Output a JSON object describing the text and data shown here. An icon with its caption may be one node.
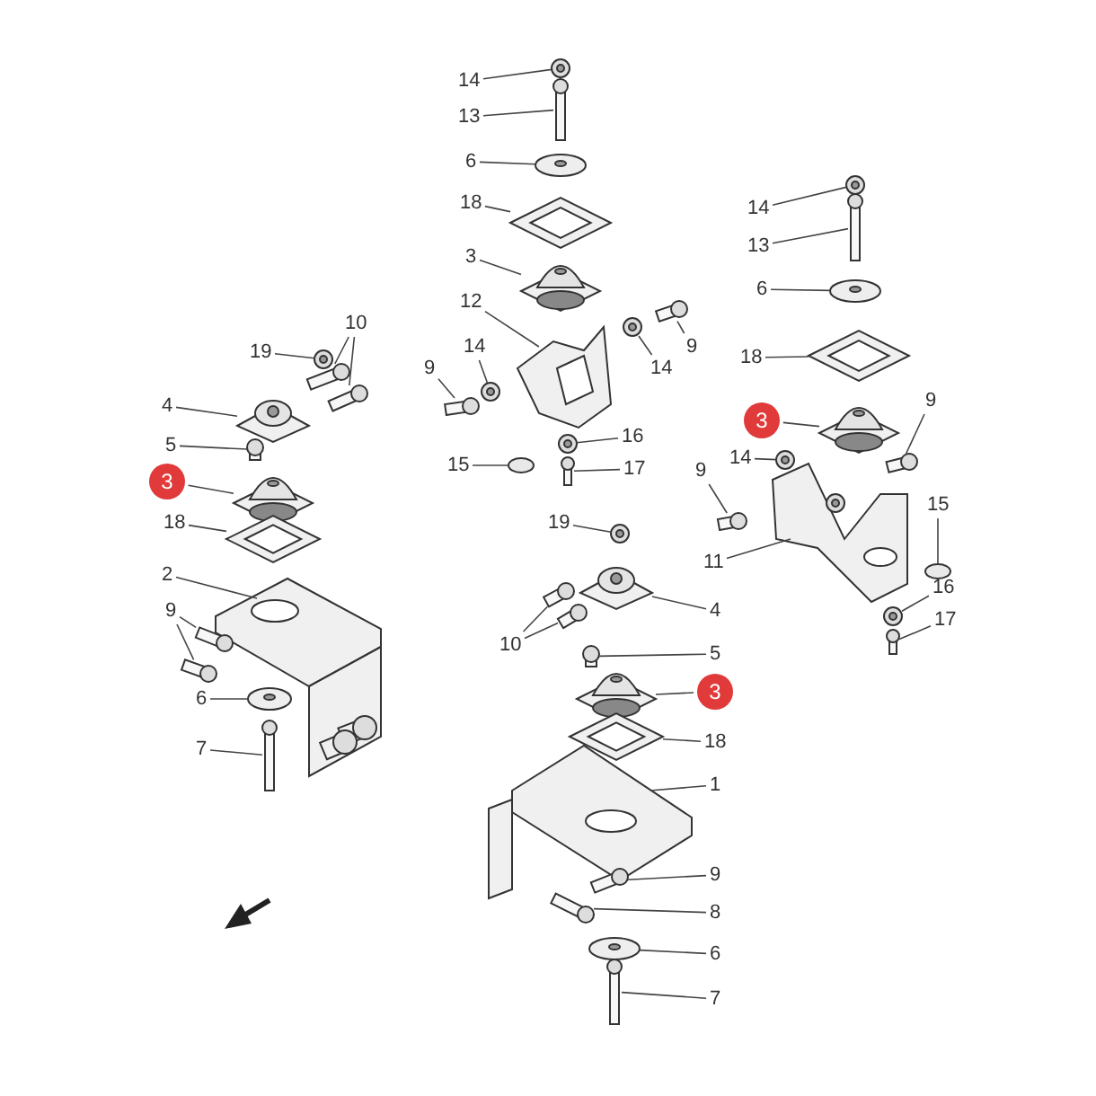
{
  "diagram": {
    "nodes": [
      {
        "text": [
          "19"
        ]
      },
      {
        "text": [
          "10"
        ]
      },
      {
        "text": [
          "4"
        ]
      },
      {
        "text": [
          "5"
        ]
      },
      {
        "text": [
          "3"
        ]
      },
      {
        "text": [
          "18"
        ]
      },
      {
        "text": [
          "2"
        ]
      },
      {
        "text": [
          "9"
        ]
      },
      {
        "text": [
          "6"
        ]
      },
      {
        "text": [
          "7"
        ]
      },
      {
        "text": [
          "14"
        ]
      },
      {
        "text": [
          "13"
        ]
      },
      {
        "text": [
          "6"
        ]
      },
      {
        "text": [
          "18"
        ]
      },
      {
        "text": [
          "3"
        ]
      },
      {
        "text": [
          "12"
        ]
      },
      {
        "text": [
          "14"
        ]
      },
      {
        "text": [
          "9"
        ]
      },
      {
        "text": [
          "14"
        ]
      },
      {
        "text": [
          "9"
        ]
      },
      {
        "text": [
          "16"
        ]
      },
      {
        "text": [
          "15"
        ]
      },
      {
        "text": [
          "17"
        ]
      },
      {
        "text": [
          "19"
        ]
      },
      {
        "text": [
          "4"
        ]
      },
      {
        "text": [
          "10"
        ]
      },
      {
        "text": [
          "5"
        ]
      },
      {
        "text": [
          "3"
        ]
      },
      {
        "text": [
          "18"
        ]
      },
      {
        "text": [
          "1"
        ]
      },
      {
        "text": [
          "9"
        ]
      },
      {
        "text": [
          "8"
        ]
      },
      {
        "text": [
          "6"
        ]
      },
      {
        "text": [
          "7"
        ]
      },
      {
        "text": [
          "14"
        ]
      },
      {
        "text": [
          "13"
        ]
      },
      {
        "text": [
          "6"
        ]
      },
      {
        "text": [
          "18"
        ]
      },
      {
        "text": [
          "3"
        ]
      },
      {
        "text": [
          "9"
        ]
      },
      {
        "text": [
          "14"
        ]
      },
      {
        "text": [
          "9"
        ]
      },
      {
        "text": [
          "15"
        ]
      },
      {
        "text": [
          "11"
        ]
      },
      {
        "text": [
          "16"
        ]
      },
      {
        "text": [
          "17"
        ]
      },
      {
        "text": [],
        "shape": "picture"
      },
      {
        "text": [],
        "shape": "bar"
      },
      {
        "text": [],
        "shape": "bar"
      },
      {
        "text": [],
        "shape": "picture"
      },
      {
        "text": [],
        "shape": "bar"
      },
      {
        "text": [],
        "shape": "picture"
      },
      {
        "text": [],
        "shape": "picture"
      },
      {
        "text": [],
        "shape": "picture"
      },
      {
        "text": [],
        "shape": "bar"
      },
      {
        "text": [],
        "shape": "bar"
      },
      {
        "text": [],
        "shape": "picture"
      },
      {
        "text": [],
        "shape": "bar"
      },
      {
        "text": [],
        "shape": "picture"
      },
      {
        "text": [],
        "shape": "bar"
      },
      {
        "text": [],
        "shape": "picture"
      },
      {
        "text": [],
        "shape": "picture"
      },
      {
        "text": [],
        "shape": "picture"
      },
      {
        "text": [],
        "shape": "picture"
      },
      {
        "text": [],
        "shape": "picture"
      },
      {
        "text": [],
        "shape": "bar"
      },
      {
        "text": [],
        "shape": "picture"
      },
      {
        "text": [],
        "shape": "bar"
      },
      {
        "text": [],
        "shape": "picture"
      },
      {
        "text": [],
        "shape": "circle"
      },
      {
        "text": [],
        "shape": "bar"
      },
      {
        "text": [],
        "shape": "picture"
      },
      {
        "text": [],
        "shape": "picture"
      },
      {
        "text": [],
        "shape": "bar"
      },
      {
        "text": [],
        "shape": "bar"
      },
      {
        "text": [],
        "shape": "bar"
      },
      {
        "text": [],
        "shape": "picture"
      },
      {
        "text": [],
        "shape": "picture"
      },
      {
        "text": [],
        "shape": "picture"
      },
      {
        "text": [],
        "shape": "bar"
      },
      {
        "text": [],
        "shape": "bar"
      },
      {
        "text": [],
        "shape": "picture"
      },
      {
        "text": [],
        "shape": "bar"
      },
      {
        "text": [],
        "shape": "picture"
      },
      {
        "text": [],
        "shape": "bar"
      },
      {
        "text": [],
        "shape": "picture"
      },
      {
        "text": [],
        "shape": "picture"
      },
      {
        "text": [],
        "shape": "picture"
      },
      {
        "text": [],
        "shape": "bar"
      },
      {
        "text": [],
        "shape": "picture"
      },
      {
        "text": [],
        "shape": "bar"
      },
      {
        "text": [],
        "shape": "circle"
      },
      {
        "text": [],
        "shape": "picture"
      },
      {
        "text": [],
        "shape": "picture"
      },
      {
        "text": [],
        "shape": "bar"
      }
    ],
    "edges": [
      {
        "from": 0,
        "to": 46,
        "arrow": "none"
      },
      {
        "from": 1,
        "to": 47,
        "arrow": "none"
      },
      {
        "from": 1,
        "to": 48,
        "arrow": "none"
      },
      {
        "from": 2,
        "to": 49,
        "arrow": "none"
      },
      {
        "from": 3,
        "to": 50,
        "arrow": "none"
      },
      {
        "from": 4,
        "to": 51,
        "arrow": "none"
      },
      {
        "from": 5,
        "to": 52,
        "arrow": "none"
      },
      {
        "from": 6,
        "to": 53,
        "arrow": "none"
      },
      {
        "from": 7,
        "to": 54,
        "arrow": "none"
      },
      {
        "from": 7,
        "to": 55,
        "arrow": "none"
      },
      {
        "from": 8,
        "to": 56,
        "arrow": "none"
      },
      {
        "from": 9,
        "to": 57,
        "arrow": "none"
      },
      {
        "from": 10,
        "to": 58,
        "arrow": "none"
      },
      {
        "from": 11,
        "to": 59,
        "arrow": "none"
      },
      {
        "from": 12,
        "to": 60,
        "arrow": "none"
      },
      {
        "from": 13,
        "to": 61,
        "arrow": "none"
      },
      {
        "from": 14,
        "to": 62,
        "arrow": "none"
      },
      {
        "from": 15,
        "to": 63,
        "arrow": "none"
      },
      {
        "from": 16,
        "to": 64,
        "arrow": "none"
      },
      {
        "from": 17,
        "to": 65,
        "arrow": "none"
      },
      {
        "from": 18,
        "to": 66,
        "arrow": "none"
      },
      {
        "from": 19,
        "to": 67,
        "arrow": "none"
      },
      {
        "from": 20,
        "to": 68,
        "arrow": "none"
      },
      {
        "from": 21,
        "to": 69,
        "arrow": "none"
      },
      {
        "from": 22,
        "to": 70,
        "arrow": "none"
      },
      {
        "from": 23,
        "to": 71,
        "arrow": "none"
      },
      {
        "from": 24,
        "to": 72,
        "arrow": "none"
      },
      {
        "from": 25,
        "to": 73,
        "arrow": "none"
      },
      {
        "from": 25,
        "to": 74,
        "arrow": "none"
      },
      {
        "from": 26,
        "to": 75,
        "arrow": "none"
      },
      {
        "from": 27,
        "to": 76,
        "arrow": "none"
      },
      {
        "from": 28,
        "to": 77,
        "arrow": "none"
      },
      {
        "from": 29,
        "to": 78,
        "arrow": "none"
      },
      {
        "from": 30,
        "to": 79,
        "arrow": "none"
      },
      {
        "from": 31,
        "to": 80,
        "arrow": "none"
      },
      {
        "from": 32,
        "to": 81,
        "arrow": "none"
      },
      {
        "from": 33,
        "to": 82,
        "arrow": "none"
      },
      {
        "from": 34,
        "to": 83,
        "arrow": "none"
      },
      {
        "from": 35,
        "to": 84,
        "arrow": "none"
      },
      {
        "from": 36,
        "to": 85,
        "arrow": "none"
      },
      {
        "from": 37,
        "to": 86,
        "arrow": "none"
      },
      {
        "from": 38,
        "to": 87,
        "arrow": "none"
      },
      {
        "from": 39,
        "to": 88,
        "arrow": "none"
      },
      {
        "from": 40,
        "to": 89,
        "arrow": "none"
      },
      {
        "from": 41,
        "to": 90,
        "arrow": "none"
      },
      {
        "from": 42,
        "to": 91,
        "arrow": "none"
      },
      {
        "from": 43,
        "to": 92,
        "arrow": "none"
      },
      {
        "from": 44,
        "to": 93,
        "arrow": "none"
      },
      {
        "from": 45,
        "to": 94,
        "arrow": "none"
      }
    ]
  }
}
